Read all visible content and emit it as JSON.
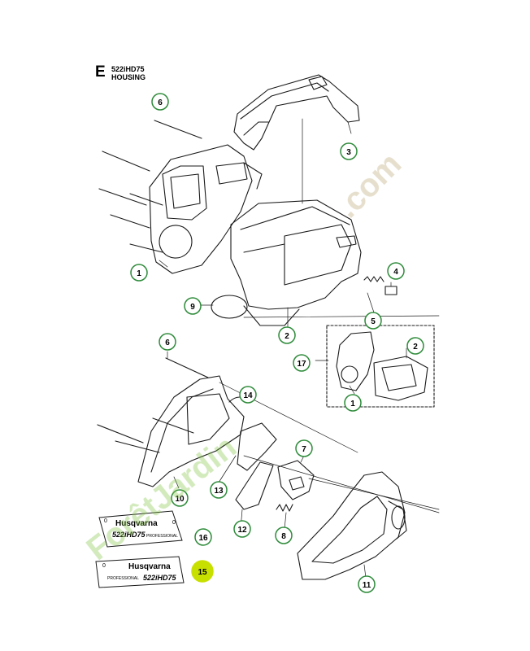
{
  "header": {
    "section_letter": "E",
    "model": "522iHD75",
    "title": "HOUSING"
  },
  "callouts": [
    {
      "num": "6"
    },
    {
      "num": "3"
    },
    {
      "num": "1"
    },
    {
      "num": "4"
    },
    {
      "num": "9"
    },
    {
      "num": "2"
    },
    {
      "num": "5"
    },
    {
      "num": "6"
    },
    {
      "num": "17"
    },
    {
      "num": "2"
    },
    {
      "num": "1"
    },
    {
      "num": "14"
    },
    {
      "num": "7"
    },
    {
      "num": "13"
    },
    {
      "num": "10"
    },
    {
      "num": "12"
    },
    {
      "num": "8"
    },
    {
      "num": "16"
    },
    {
      "num": "15"
    },
    {
      "num": "11"
    }
  ],
  "label_a": {
    "brand": "Husqvarna",
    "model": "522iHD75",
    "grade": "PROFESSIONAL",
    "zero": "0"
  },
  "label_b": {
    "brand": "Husqvarna",
    "model": "522iHD75",
    "grade": "PROFESSIONAL",
    "zero": "0"
  },
  "colors": {
    "callout_ring": "#2e8b3a",
    "highlight": "#c8e000",
    "line": "#1a1a1a"
  }
}
